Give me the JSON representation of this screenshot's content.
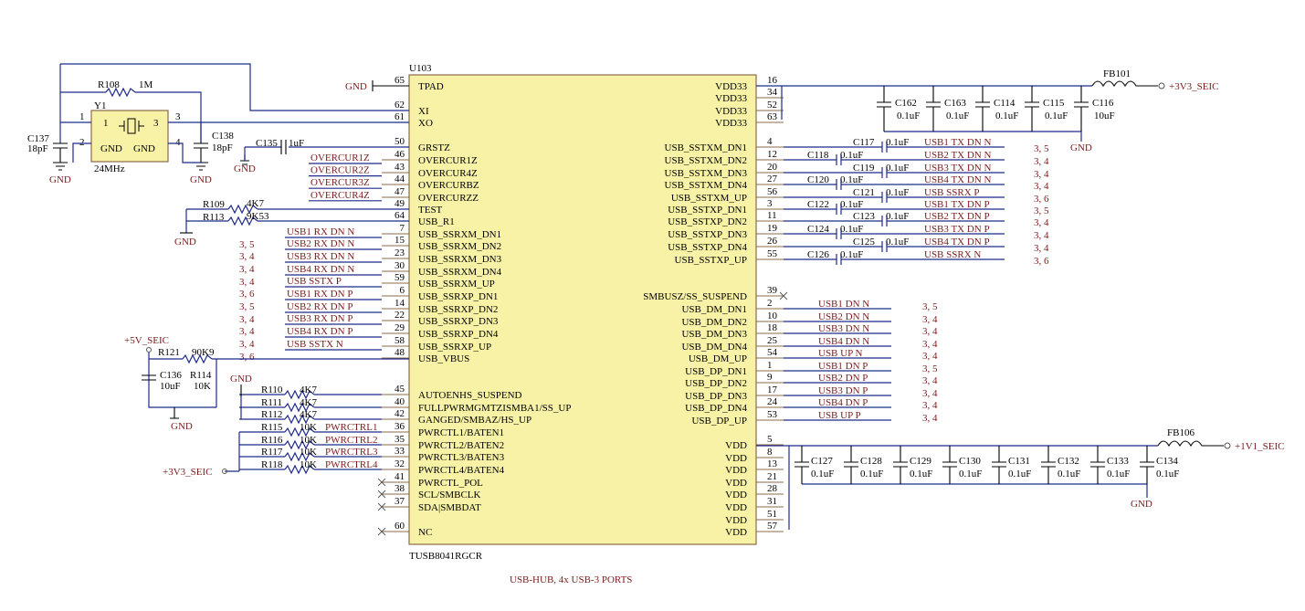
{
  "ic": {
    "ref": "U103",
    "part": "TUSB8041RGCR",
    "left_pins": [
      {
        "num": "65",
        "name": "TPAD"
      },
      {
        "num": "62",
        "name": "XI"
      },
      {
        "num": "61",
        "name": "XO"
      },
      {
        "num": "50",
        "name": "GRSTZ"
      },
      {
        "num": "46",
        "name": "OVERCUR1Z"
      },
      {
        "num": "43",
        "name": "OVERCUR4Z"
      },
      {
        "num": "44",
        "name": "OVERCURBZ"
      },
      {
        "num": "47",
        "name": "OVERCURZZ"
      },
      {
        "num": "49",
        "name": "TEST"
      },
      {
        "num": "64",
        "name": "USB_R1"
      },
      {
        "num": "7",
        "name": "USB_SSRXM_DN1"
      },
      {
        "num": "15",
        "name": "USB_SSRXM_DN2"
      },
      {
        "num": "23",
        "name": "USB_SSRXM_DN3"
      },
      {
        "num": "30",
        "name": "USB_SSRXM_DN4"
      },
      {
        "num": "59",
        "name": "USB_SSRXM_UP"
      },
      {
        "num": "6",
        "name": "USB_SSRXP_DN1"
      },
      {
        "num": "14",
        "name": "USB_SSRXP_DN2"
      },
      {
        "num": "22",
        "name": "USB_SSRXP_DN3"
      },
      {
        "num": "29",
        "name": "USB_SSRXP_DN4"
      },
      {
        "num": "58",
        "name": "USB_SSRXP_UP"
      },
      {
        "num": "48",
        "name": "USB_VBUS"
      },
      {
        "num": "45",
        "name": "AUTOENHS_SUSPEND"
      },
      {
        "num": "40",
        "name": "FULLPWRMGMTZISMBA1/SS_UP"
      },
      {
        "num": "42",
        "name": "GANGED/SMBAZ/HS_UP"
      },
      {
        "num": "36",
        "name": "PWRCTL1/BATEN1"
      },
      {
        "num": "35",
        "name": "PWRCTL2/BATEN2"
      },
      {
        "num": "33",
        "name": "PWRCTL3/BATEN3"
      },
      {
        "num": "32",
        "name": "PWRCTL4/BATEN4"
      },
      {
        "num": "41",
        "name": "PWRCTL_POL"
      },
      {
        "num": "38",
        "name": "SCL/SMBCLK"
      },
      {
        "num": "37",
        "name": "SDA|SMBDAT"
      },
      {
        "num": "60",
        "name": "NC"
      }
    ],
    "right_pins": [
      {
        "num": "16",
        "name": "VDD33"
      },
      {
        "num": "34",
        "name": "VDD33"
      },
      {
        "num": "52",
        "name": "VDD33"
      },
      {
        "num": "63",
        "name": "VDD33"
      },
      {
        "num": "4",
        "name": "USB_SSTXM_DN1"
      },
      {
        "num": "12",
        "name": "USB_SSTXM_DN2"
      },
      {
        "num": "20",
        "name": "USB_SSTXM_DN3"
      },
      {
        "num": "27",
        "name": "USB_SSTXM_DN4"
      },
      {
        "num": "56",
        "name": "USB_SSTXM_UP"
      },
      {
        "num": "3",
        "name": "USB_SSTXP_DN1"
      },
      {
        "num": "11",
        "name": "USB_SSTXP_DN2"
      },
      {
        "num": "19",
        "name": "USB_SSTXP_DN3"
      },
      {
        "num": "26",
        "name": "USB_SSTXP_DN4"
      },
      {
        "num": "55",
        "name": "USB_SSTXP_UP"
      },
      {
        "num": "39",
        "name": "SMBUSZ/SS_SUSPEND"
      },
      {
        "num": "2",
        "name": "USB_DM_DN1"
      },
      {
        "num": "10",
        "name": "USB_DM_DN2"
      },
      {
        "num": "18",
        "name": "USB_DM_DN3"
      },
      {
        "num": "25",
        "name": "USB_DM_DN4"
      },
      {
        "num": "54",
        "name": "USB_DM_UP"
      },
      {
        "num": "1",
        "name": "USB_DP_DN1"
      },
      {
        "num": "9",
        "name": "USB_DP_DN2"
      },
      {
        "num": "17",
        "name": "USB_DP_DN3"
      },
      {
        "num": "24",
        "name": "USB_DP_DN4"
      },
      {
        "num": "53",
        "name": "USB_DP_UP"
      },
      {
        "num": "5",
        "name": "VDD"
      },
      {
        "num": "8",
        "name": "VDD"
      },
      {
        "num": "13",
        "name": "VDD"
      },
      {
        "num": "21",
        "name": "VDD"
      },
      {
        "num": "28",
        "name": "VDD"
      },
      {
        "num": "31",
        "name": "VDD"
      },
      {
        "num": "51",
        "name": "VDD"
      },
      {
        "num": "57",
        "name": "VDD"
      }
    ]
  },
  "left_nets": {
    "overcur": [
      "OVERCUR1Z",
      "OVERCUR2Z",
      "OVERCUR3Z",
      "OVERCUR4Z"
    ],
    "rx": [
      {
        "net": "USB1_RX_DN_N",
        "ref": "3, 5"
      },
      {
        "net": "USB2_RX_DN_N",
        "ref": "3, 4"
      },
      {
        "net": "USB3_RX_DN_N",
        "ref": "3, 4"
      },
      {
        "net": "USB4_RX_DN_N",
        "ref": "3, 4"
      },
      {
        "net": "USB_SSTX_P",
        "ref": "3, 6"
      },
      {
        "net": "USB1_RX_DN_P",
        "ref": "3, 5"
      },
      {
        "net": "USB2_RX_DN_P",
        "ref": "3, 4"
      },
      {
        "net": "USB3_RX_DN_P",
        "ref": "3, 4"
      },
      {
        "net": "USB4_RX_DN_P",
        "ref": "3, 4"
      },
      {
        "net": "USB_SSTX_N",
        "ref": "3, 6"
      }
    ],
    "pwrctrl": [
      "PWRCTRL1",
      "PWRCTRL2",
      "PWRCTRL3",
      "PWRCTRL4"
    ]
  },
  "tx_nets": [
    {
      "cap": "C117",
      "val": "0.1uF",
      "net": "USB1_TX_DN_N",
      "ref": "3, 5"
    },
    {
      "cap": "C118",
      "val": "0.1uF",
      "net": "USB2_TX_DN_N",
      "ref": "3, 4"
    },
    {
      "cap": "C119",
      "val": "0.1uF",
      "net": "USB3_TX_DN_N",
      "ref": "3, 4"
    },
    {
      "cap": "C120",
      "val": "0.1uF",
      "net": "USB4_TX_DN_N",
      "ref": "3, 4"
    },
    {
      "cap": "C121",
      "val": "0.1uF",
      "net": "USB_SSRX_P",
      "ref": "3, 6"
    },
    {
      "cap": "C122",
      "val": "0.1uF",
      "net": "USB1_TX_DN_P",
      "ref": "3, 5"
    },
    {
      "cap": "C123",
      "val": "0.1uF",
      "net": "USB2_TX_DN_P",
      "ref": "3, 4"
    },
    {
      "cap": "C124",
      "val": "0.1uF",
      "net": "USB3_TX_DN_P",
      "ref": "3, 4"
    },
    {
      "cap": "C125",
      "val": "0.1uF",
      "net": "USB4_TX_DN_P",
      "ref": "3, 4"
    },
    {
      "cap": "C126",
      "val": "0.1uF",
      "net": "USB_SSRX_N",
      "ref": "3, 6"
    }
  ],
  "dm_nets": [
    {
      "net": "USB1_DN_N",
      "ref": "3, 5"
    },
    {
      "net": "USB2_DN_N",
      "ref": "3, 4"
    },
    {
      "net": "USB3_DN_N",
      "ref": "3, 4"
    },
    {
      "net": "USB4_DN_N",
      "ref": "3, 4"
    },
    {
      "net": "USB_UP_N",
      "ref": "3, 4"
    },
    {
      "net": "USB1_DN_P",
      "ref": "3, 5"
    },
    {
      "net": "USB2_DN_P",
      "ref": "3, 4"
    },
    {
      "net": "USB3_DN_P",
      "ref": "3, 4"
    },
    {
      "net": "USB4_DN_P",
      "ref": "3, 4"
    },
    {
      "net": "USB_UP_P",
      "ref": "3, 4"
    }
  ],
  "vdd33_caps": [
    {
      "ref": "C162",
      "val": "0.1uF"
    },
    {
      "ref": "C163",
      "val": "0.1uF"
    },
    {
      "ref": "C114",
      "val": "0.1uF"
    },
    {
      "ref": "C115",
      "val": "0.1uF"
    },
    {
      "ref": "C116",
      "val": "10uF"
    }
  ],
  "vdd_caps": [
    {
      "ref": "C127",
      "val": "0.1uF"
    },
    {
      "ref": "C128",
      "val": "0.1uF"
    },
    {
      "ref": "C129",
      "val": "0.1uF"
    },
    {
      "ref": "C130",
      "val": "0.1uF"
    },
    {
      "ref": "C131",
      "val": "0.1uF"
    },
    {
      "ref": "C132",
      "val": "0.1uF"
    },
    {
      "ref": "C133",
      "val": "0.1uF"
    },
    {
      "ref": "C134",
      "val": "0.1uF"
    }
  ],
  "labels": {
    "gnd": "GND",
    "fb101": "FB101",
    "fb106": "FB106",
    "p3v3": "+3V3_SEIC",
    "p1v1": "+1V1_SEIC",
    "p5v": "+5V_SEIC",
    "p3v3_left": "+3V3_SEIC",
    "y1": "Y1",
    "y1_freq": "24MHz",
    "y1_gnd_a": "GND",
    "y1_gnd_b": "GND",
    "y1_p1": "1",
    "y1_p2": "2",
    "y1_p3": "3",
    "y1_p4": "4",
    "r108": "R108",
    "r108_val": "1M",
    "c137": "C137",
    "c137_val": "18pF",
    "c138": "C138",
    "c138_val": "18pF",
    "c135": "C135",
    "c135_val": "1uF",
    "r109": "R109",
    "r109_val": "4K7",
    "r113": "R113",
    "r113_val": "9K53",
    "r121": "R121",
    "r121_val": "90K9",
    "c136": "C136",
    "c136_val": "10uF",
    "r114": "R114",
    "r114_val": "10K",
    "r110": "R110",
    "r111": "R111",
    "r112": "R112",
    "r4k7": "4K7",
    "r115": "R115",
    "r116": "R116",
    "r117": "R117",
    "r118": "R118",
    "r10k": "10K",
    "caption": "USB-HUB, 4x USB-3 PORTS"
  }
}
